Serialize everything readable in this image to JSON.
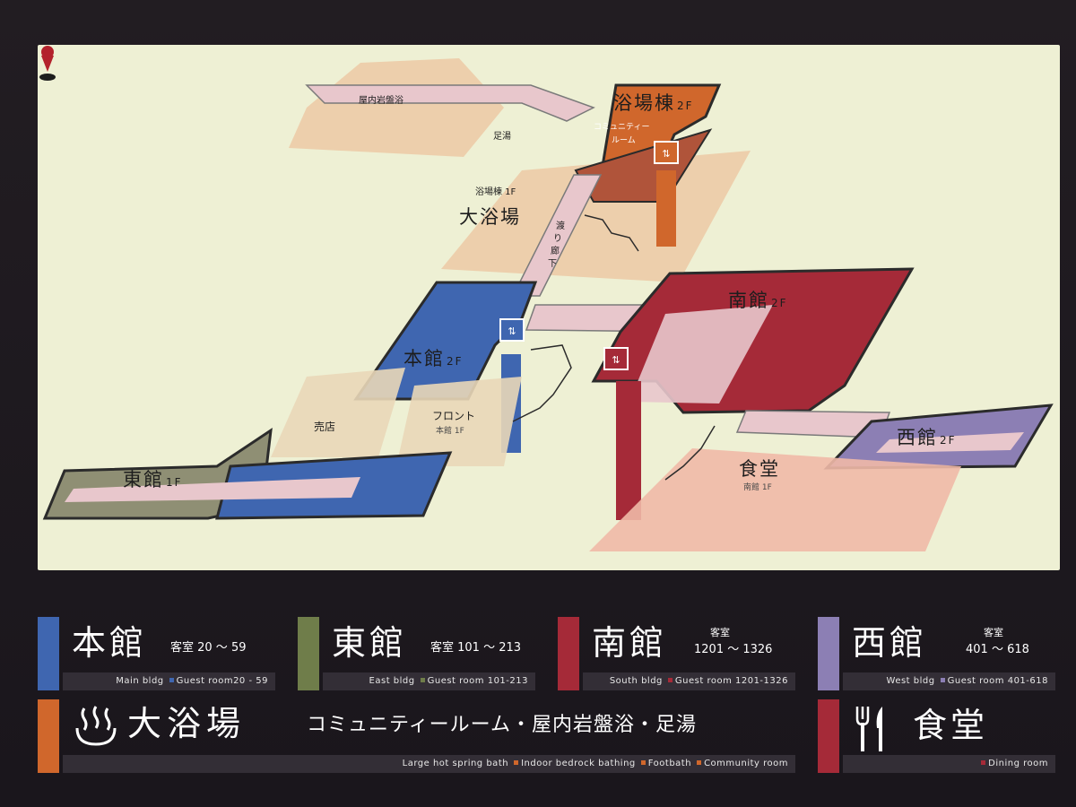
{
  "colors": {
    "background": "#17131a",
    "map_background": "#eef0d4",
    "honkan": "#3f66b0",
    "higashikan": "#6f7d4a",
    "minamikan": "#a52a38",
    "nishikan": "#8c7fb4",
    "daiyokujo": "#d0672c",
    "shokudo": "#a52a38",
    "corridor": "#e8c7cc"
  },
  "map": {
    "labels": {
      "indoor_bedrock": "屋内岩盤浴",
      "footbath": "足湯",
      "bath_bldg_2f_name": "浴場棟",
      "bath_bldg_2f_floor": "2F",
      "community_room_1": "コミュニティー",
      "community_room_2": "ルーム",
      "bath_bldg_1f": "浴場棟 1F",
      "large_bath": "大浴場",
      "corridor_1": "渡",
      "corridor_2": "り",
      "corridor_3": "廊",
      "corridor_4": "下",
      "south_2f_name": "南館",
      "south_2f_floor": "2F",
      "main_2f_name": "本館",
      "main_2f_floor": "2F",
      "shop": "売店",
      "front": "フロント",
      "front_sub": "本館 1F",
      "east_1f_name": "東館",
      "east_1f_floor": "1F",
      "west_2f_name": "西館",
      "west_2f_floor": "2F",
      "dining": "食堂",
      "dining_sub": "南館 1F"
    },
    "icons": [
      "elevator-icon",
      "stairs-icon",
      "current-location-icon"
    ]
  },
  "legend": {
    "honkan": {
      "title": "本館",
      "rooms": "客室  20 ～ 59",
      "en_name": "Main bldg",
      "en_rooms": "Guest room20 - 59"
    },
    "higashikan": {
      "title": "東館",
      "rooms": "客室 101 ～ 213",
      "en_name": "East bldg",
      "en_rooms": "Guest room 101-213"
    },
    "minamikan": {
      "title": "南館",
      "rooms_label": "客室",
      "rooms": "1201 ～ 1326",
      "en_name": "South bldg",
      "en_rooms": "Guest room 1201-1326"
    },
    "nishikan": {
      "title": "西館",
      "rooms_label": "客室",
      "rooms": "401 ～ 618",
      "en_name": "West bldg",
      "en_rooms": "Guest room 401-618"
    },
    "daiyokujo": {
      "title": "大浴場",
      "facilities": "コミュニティールーム・屋内岩盤浴・足湯",
      "en_name": "Large hot spring bath",
      "en_item1": "Indoor bedrock bathing",
      "en_item2": "Footbath",
      "en_item3": "Community room",
      "icon": "hot-spring-icon"
    },
    "shokudo": {
      "title": "食堂",
      "en_name": "Dining room",
      "icon": "fork-knife-icon"
    }
  }
}
